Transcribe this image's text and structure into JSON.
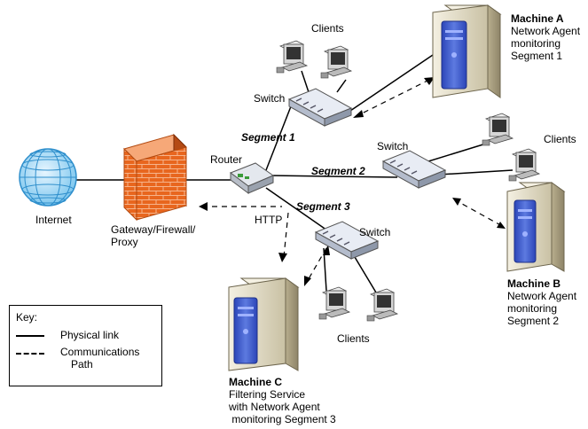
{
  "labels": {
    "internet": "Internet",
    "gateway_line1": "Gateway/Firewall/",
    "gateway_line2": "Proxy",
    "router": "Router",
    "http": "HTTP",
    "segment1": "Segment 1",
    "segment2": "Segment 2",
    "segment3": "Segment 3",
    "switch_top": "Switch",
    "switch_mid": "Switch",
    "switch_bottom": "Switch",
    "clients_top": "Clients",
    "clients_right": "Clients",
    "clients_bottom": "Clients"
  },
  "machines": {
    "a": {
      "title": "Machine A",
      "line1": "Network Agent",
      "line2": "monitoring",
      "line3": "Segment 1"
    },
    "b": {
      "title": "Machine B",
      "line1": "Network Agent",
      "line2": "monitoring",
      "line3": "Segment 2"
    },
    "c": {
      "title": "Machine C",
      "line1": "Filtering Service",
      "line2": "with Network Agent",
      "line3": " monitoring Segment 3"
    }
  },
  "key": {
    "title": "Key:",
    "physical": "Physical link",
    "comm_line1": "Communications",
    "comm_line2": "Path"
  },
  "colors": {
    "server_blue": "#3a56c8",
    "server_body": "#e8e2cc",
    "firewall_orange": "#e8661e",
    "globe_blue": "#3fa7e0",
    "switch_gray": "#cfd8e8"
  },
  "icons": [
    "globe-icon",
    "firewall-icon",
    "router-icon",
    "switch-icon",
    "server-icon",
    "client-computer-icon"
  ]
}
